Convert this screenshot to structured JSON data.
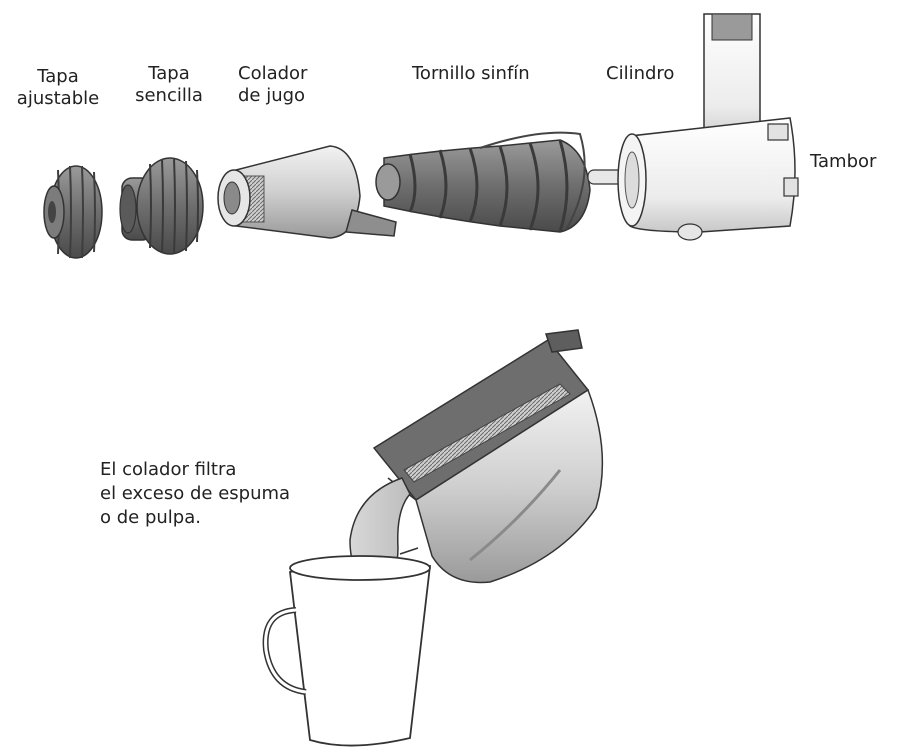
{
  "parts": {
    "tapa_ajustable": {
      "line1": "Tapa",
      "line2": "ajustable"
    },
    "tapa_sencilla": {
      "line1": "Tapa",
      "line2": "sencilla"
    },
    "colador_de_jugo": {
      "line1": "Colador",
      "line2": "de jugo"
    },
    "tornillo_sinfin": {
      "label": "Tornillo sinfín"
    },
    "cilindro": {
      "label": "Cilindro"
    },
    "tambor": {
      "label": "Tambor"
    }
  },
  "caption": {
    "line1": "El colador filtra",
    "line2": "el exceso de espuma",
    "line3": "o de pulpa."
  },
  "colors": {
    "dark_gray": "#6e6e6e",
    "mid_gray": "#9a9a9a",
    "light_gray": "#d6d6d6",
    "outline": "#333333",
    "white": "#ffffff"
  }
}
